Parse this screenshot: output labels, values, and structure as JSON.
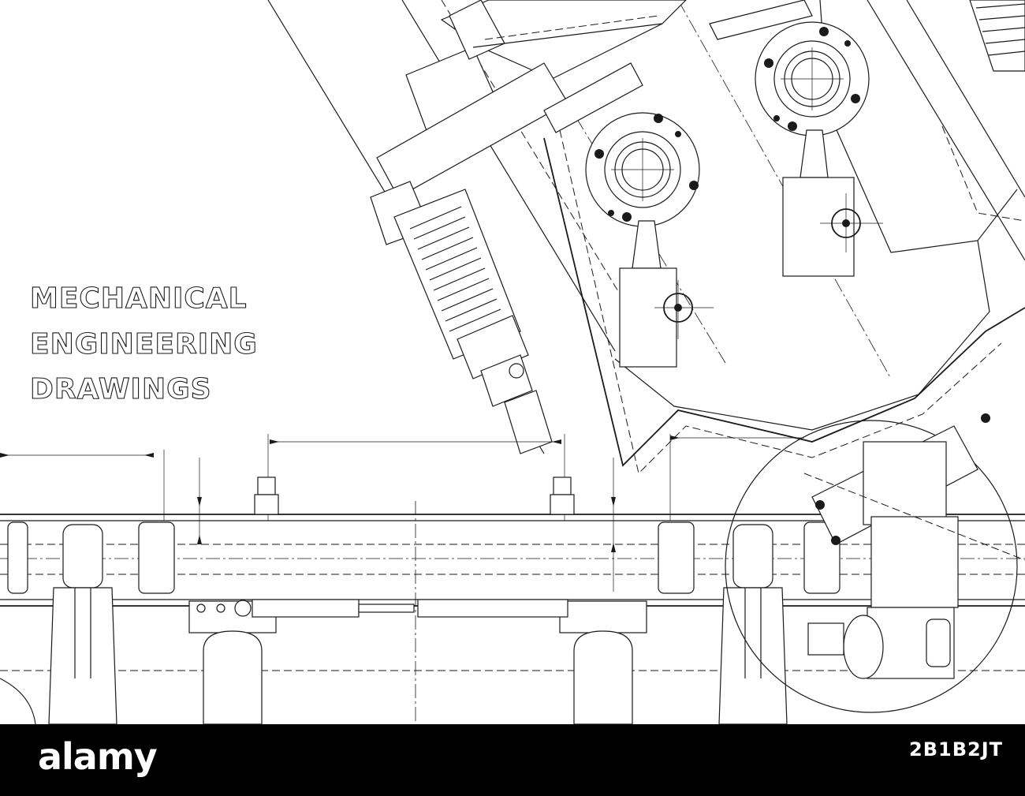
{
  "title_lines": [
    "MECHANICAL",
    "ENGINEERING",
    "DRAWINGS"
  ],
  "footer": {
    "brand": "alamy",
    "stock_label": "",
    "image_id": "2B1B2JT",
    "site": ""
  },
  "colors": {
    "line": "#1a1a1a",
    "background": "#ffffff",
    "footer": "#000000"
  }
}
